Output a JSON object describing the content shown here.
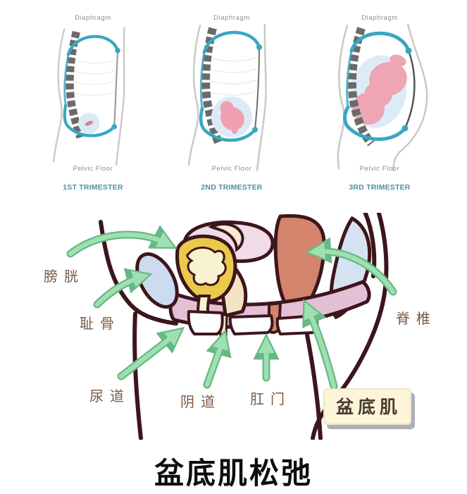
{
  "trimesters": {
    "diaphragm_label": "Diaphragm",
    "pelvic_floor_label": "Pelvic Floor",
    "panels": [
      {
        "label": "1ST TRIMESTER"
      },
      {
        "label": "2ND TRIMESTER"
      },
      {
        "label": "3RD TRIMESTER"
      }
    ],
    "accent_color": "#4a90a8",
    "cavity_outline_color": "#39a7c2",
    "fetus_color": "#f0a0b0",
    "amniotic_color": "#daebf7",
    "spine_color": "#6a6a6a"
  },
  "anatomy": {
    "labels": {
      "bladder": "膀胱",
      "pubic_bone": "耻骨",
      "urethra": "尿道",
      "vagina": "阴道",
      "anus": "肛门",
      "spine": "脊椎",
      "pelvic_floor_badge": "盆底肌"
    },
    "colors": {
      "outline": "#3c161b",
      "bladder": "#eac94b",
      "bladder_inner": "#f9f2cf",
      "pubic_bone": "#ccdbef",
      "uterus": "#f0dbe9",
      "uterus_horn": "#f6ead2",
      "vagina_canal": "#f4e3c3",
      "rectum": "#d4836d",
      "sacrum_spine": "#d6e2f1",
      "pelvic_floor_band": "#e4c0d6",
      "arrow": "#93d8a7",
      "label_text": "#7b5b46",
      "badge_bg": "#fcf5da"
    }
  },
  "caption": "盆底肌松弛"
}
